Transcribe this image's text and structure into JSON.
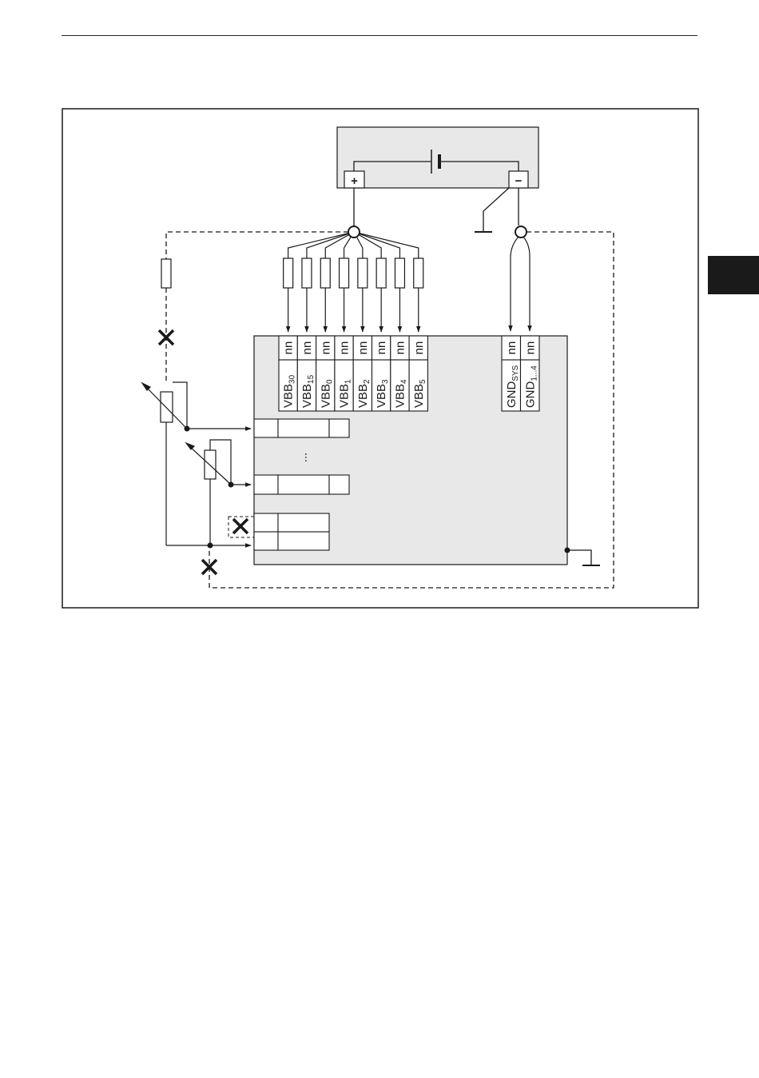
{
  "page": {
    "section_tab_color": "#1a1a1a",
    "diagram_fill": "#e8e8e8"
  },
  "battery": {
    "plus": "+",
    "minus": "−"
  },
  "supply_pins": {
    "rows": [
      {
        "label": "nn",
        "name_base": "VBB",
        "name_sub": "30"
      },
      {
        "label": "nn",
        "name_base": "VBB",
        "name_sub": "15"
      },
      {
        "label": "nn",
        "name_base": "VBB",
        "name_sub": "0"
      },
      {
        "label": "nn",
        "name_base": "VBB",
        "name_sub": "1"
      },
      {
        "label": "nn",
        "name_base": "VBB",
        "name_sub": "2"
      },
      {
        "label": "nn",
        "name_base": "VBB",
        "name_sub": "3"
      },
      {
        "label": "nn",
        "name_base": "VBB",
        "name_sub": "4"
      },
      {
        "label": "nn",
        "name_base": "VBB",
        "name_sub": "5"
      }
    ]
  },
  "ground_pins": {
    "rows": [
      {
        "label": "nn",
        "name_base": "GND",
        "name_sub": "SYS"
      },
      {
        "label": "nn",
        "name_base": "GND",
        "name_sub": "1...4"
      }
    ]
  },
  "inputs": {
    "ellipsis": "..."
  }
}
